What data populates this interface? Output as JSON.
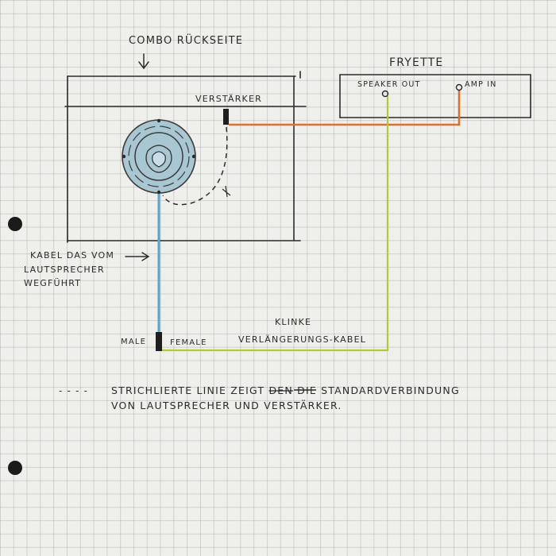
{
  "labels": {
    "combo_title": "COMBO RÜCKSEITE",
    "verstaerker": "VERSTÄRKER",
    "fryette": "FRYETTE",
    "speaker_out": "SPEAKER OUT",
    "amp_in": "AMP IN",
    "kabel_line1": "KABEL DAS VOM",
    "kabel_line2": "LAUTSPRECHER",
    "kabel_line3": "WEGFÜHRT",
    "male": "MALE",
    "female": "FEMALE",
    "klinke": "KLINKE",
    "verlaengerung": "VERLÄNGERUNGS-KABEL",
    "legend_dash": "- - - -",
    "legend_line1_a": "STRICHLIERTE LINIE ZEIGT",
    "legend_struck": "DEN",
    "legend_line1_b": "DIE STANDARDVERBINDUNG",
    "legend_line2": "VON LAUTSPRECHER UND VERSTÄRKER."
  },
  "colors": {
    "ink": "#2b2b2b",
    "speaker_cable": "#5aa6c8",
    "amp_cable": "#d9722e",
    "extension_cable": "#b5c83a",
    "speaker_fill": "#a9c6d3"
  }
}
